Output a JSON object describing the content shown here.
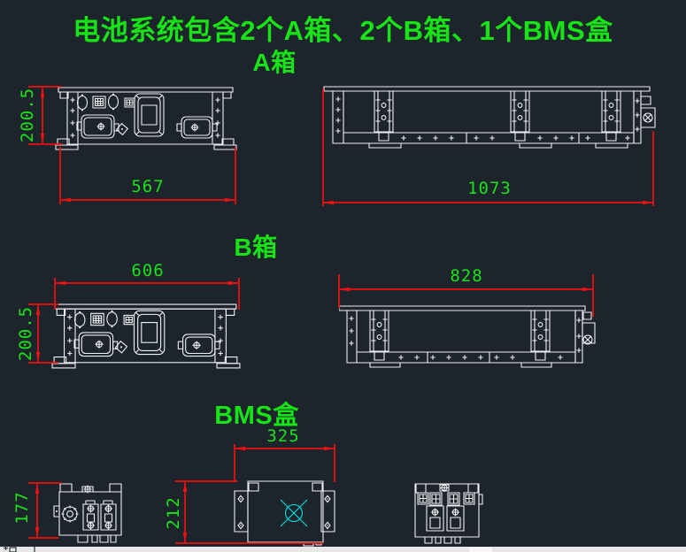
{
  "title": "电池系统包含2个A箱、2个B箱、1个BMS盒",
  "sections": {
    "a_box": {
      "label": "A箱",
      "front_width": "567",
      "front_height": "200.5",
      "side_width": "1073"
    },
    "b_box": {
      "label": "B箱",
      "front_width": "606",
      "front_height": "200.5",
      "side_width": "828"
    },
    "bms": {
      "label": "BMS盒",
      "top_width": "325",
      "front_height": "212",
      "side_height": "177"
    }
  },
  "colors": {
    "background": "#1d242c",
    "annotation_green": "#17e317",
    "dimension_red": "#ee1111",
    "drawing_white": "#eef1f3",
    "symbol_cyan": "#00e5e5",
    "scrollbar_gray": "#e7e7e7"
  },
  "statusbar": {
    "icons": [
      "crosshair-icon",
      "sheet-icon",
      "divider-icon"
    ]
  }
}
